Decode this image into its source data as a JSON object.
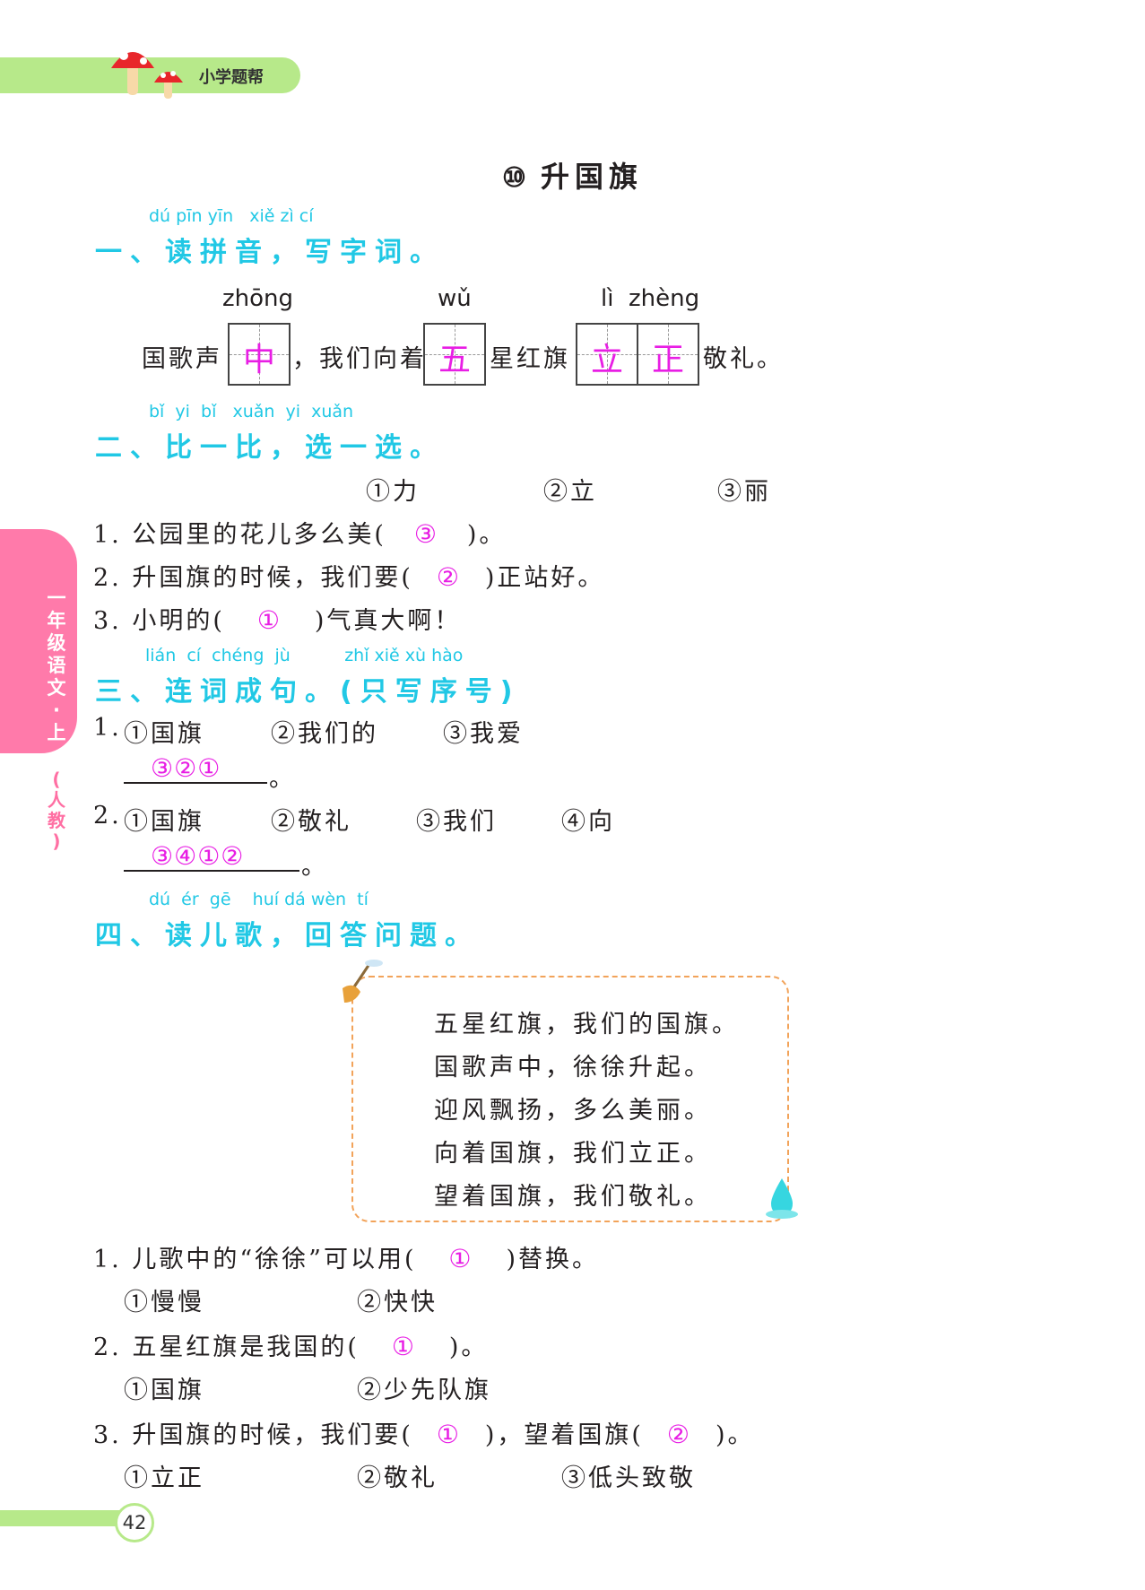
{
  "header": {
    "label": "小学题帮"
  },
  "title": {
    "num": "⑩",
    "text": "升国旗"
  },
  "side_tab": {
    "grade": "一年级语文·上",
    "edition": "(人教)"
  },
  "section1": {
    "pinyin": "dú pīn yīn   xiě zì cí",
    "heading": "一、读拼音，写字词。",
    "pinyin_words": [
      "zhōng",
      "wǔ",
      "lì  zhèng"
    ],
    "text_a": "国歌声",
    "text_b": "，我们向着",
    "text_c": "星红旗",
    "text_d": "敬礼。",
    "answers": [
      "中",
      "五",
      "立",
      "正"
    ]
  },
  "section2": {
    "pinyin": "bǐ  yi  bǐ   xuǎn  yi  xuǎn",
    "heading": "二、比一比，选一选。",
    "options": [
      "①力",
      "②立",
      "③丽"
    ],
    "questions": [
      {
        "before": "1. 公园里的花儿多么美(",
        "answer": "③",
        "after": ")。"
      },
      {
        "before": "2. 升国旗的时候，我们要(",
        "answer": "②",
        "after": ")正站好。"
      },
      {
        "before": "3. 小明的(",
        "answer": "①",
        "after": ")气真大啊！"
      }
    ]
  },
  "section3": {
    "pinyin": "lián  cí  chéng  jù          zhǐ xiě xù hào",
    "heading": "三、连词成句。(只写序号)",
    "items": [
      {
        "num": "1.",
        "words": [
          "①国旗",
          "②我们的",
          "③我爱"
        ],
        "answer": "③②①"
      },
      {
        "num": "2.",
        "words": [
          "①国旗",
          "②敬礼",
          "③我们",
          "④向"
        ],
        "answer": "③④①②"
      }
    ],
    "period": "。"
  },
  "section4": {
    "pinyin": "dú  ér  gē    huí dá wèn  tí",
    "heading": "四、读儿歌，回答问题。",
    "poem": [
      "五星红旗，我们的国旗。",
      "国歌声中，徐徐升起。",
      "迎风飘扬，多么美丽。",
      "向着国旗，我们立正。",
      "望着国旗，我们敬礼。"
    ],
    "q1": {
      "before": "1. 儿歌中的“徐徐”可以用(",
      "answer": "①",
      "after": ")替换。",
      "options": [
        "①慢慢",
        "②快快"
      ]
    },
    "q2": {
      "before": "2. 五星红旗是我国的(",
      "answer": "①",
      "after": ")。",
      "options": [
        "①国旗",
        "②少先队旗"
      ]
    },
    "q3": {
      "before": "3. 升国旗的时候，我们要(",
      "answer1": "①",
      "middle": ")，望着国旗(",
      "answer2": "②",
      "after": ")。",
      "options": [
        "①立正",
        "②敬礼",
        "③低头致敬"
      ]
    }
  },
  "footer": {
    "page": "42"
  },
  "colors": {
    "cyan": "#21c8e5",
    "magenta": "#e81ee4",
    "green": "#b7e98a",
    "pink": "#ff7aaa",
    "orange": "#f2a35a"
  }
}
